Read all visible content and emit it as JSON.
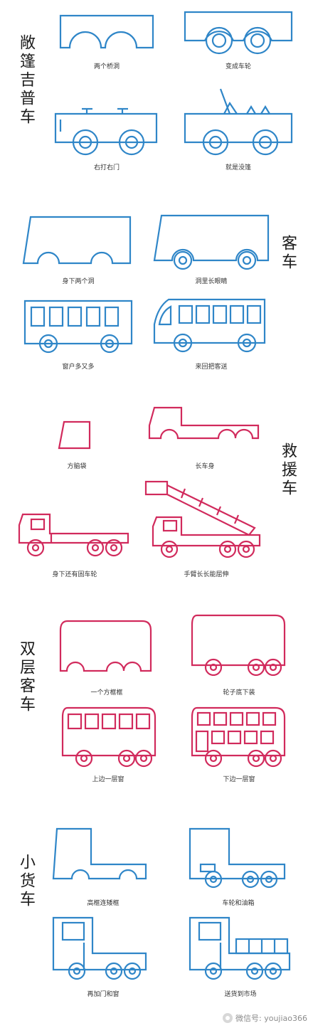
{
  "colors": {
    "blue": "#2f86c8",
    "red": "#d12a5c",
    "text": "#333333"
  },
  "sections": [
    {
      "title": "敞篷吉普车",
      "color": "blue",
      "steps": [
        "两个桥洞",
        "变成车轮",
        "右打右门",
        "就是没篷"
      ]
    },
    {
      "title": "客车",
      "color": "blue",
      "steps": [
        "身下两个洞",
        "洞里长眼睛",
        "窗户多又多",
        "来回把客送"
      ]
    },
    {
      "title": "救援车",
      "color": "red",
      "steps": [
        "方脑袋",
        "长车身",
        "身下还有固车轮",
        "手臂长长能屈伸"
      ]
    },
    {
      "title": "双层客车",
      "color": "red",
      "steps": [
        "一个方框框",
        "轮子底下装",
        "上边一层窗",
        "下边一层窗"
      ]
    },
    {
      "title": "小货车",
      "color": "blue",
      "steps": [
        "高框连矮框",
        "车轮和油箱",
        "再加门和窗",
        "送货到市场"
      ]
    }
  ],
  "watermark": {
    "text": "微信号: youjiao366",
    "icon": "wechat-icon"
  }
}
